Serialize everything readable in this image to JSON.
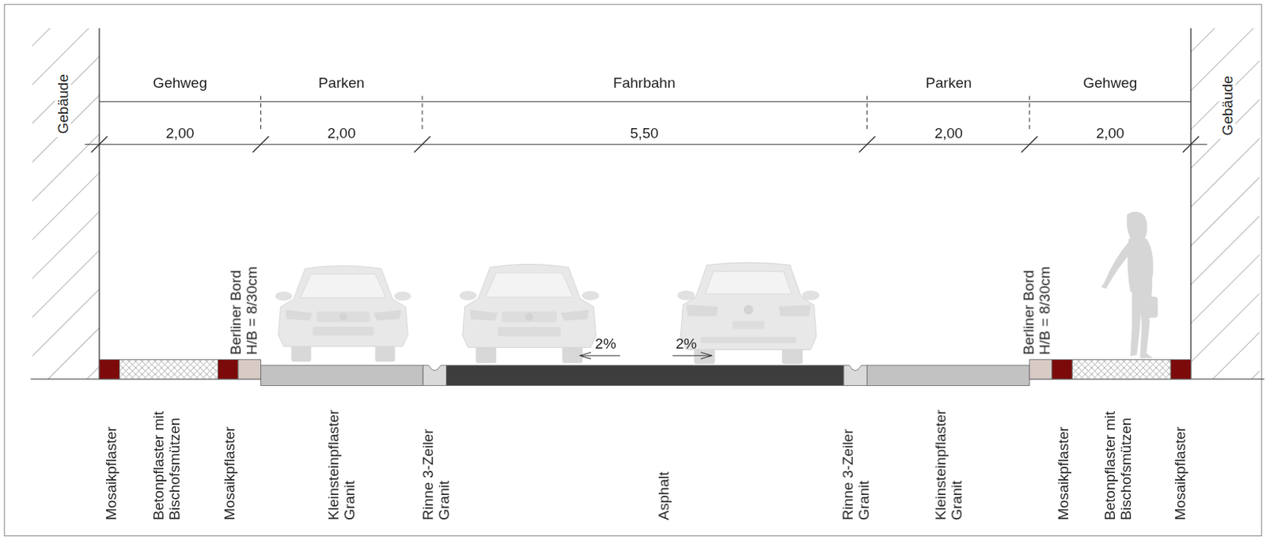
{
  "diagram": {
    "labels": [
      "Gebäude",
      "Gehweg",
      "Parken",
      "Fahrbahn",
      "Parken",
      "Gehweg",
      "Gebäude",
      "2,00",
      "2,00",
      "5,50",
      "2,00",
      "2,00",
      "Berliner Bord H/B = 8/30cm",
      "2%",
      "2%",
      "Berliner Bord H/B = 8/30cm",
      "Mosaikpflaster",
      "Betonpflaster mit Bischofsmützen",
      "Mosaikpflaster",
      "Kleinsteinpflaster Granit",
      "Rinne 3-Zeiler Granit",
      "Asphalt",
      "Rinne 3-Zeiler Granit",
      "Kleinsteinpflaster Granit",
      "Mosaikpflaster",
      "Betonpflaster mit Bischofsmützen",
      "Mosaikpflaster"
    ]
  }
}
